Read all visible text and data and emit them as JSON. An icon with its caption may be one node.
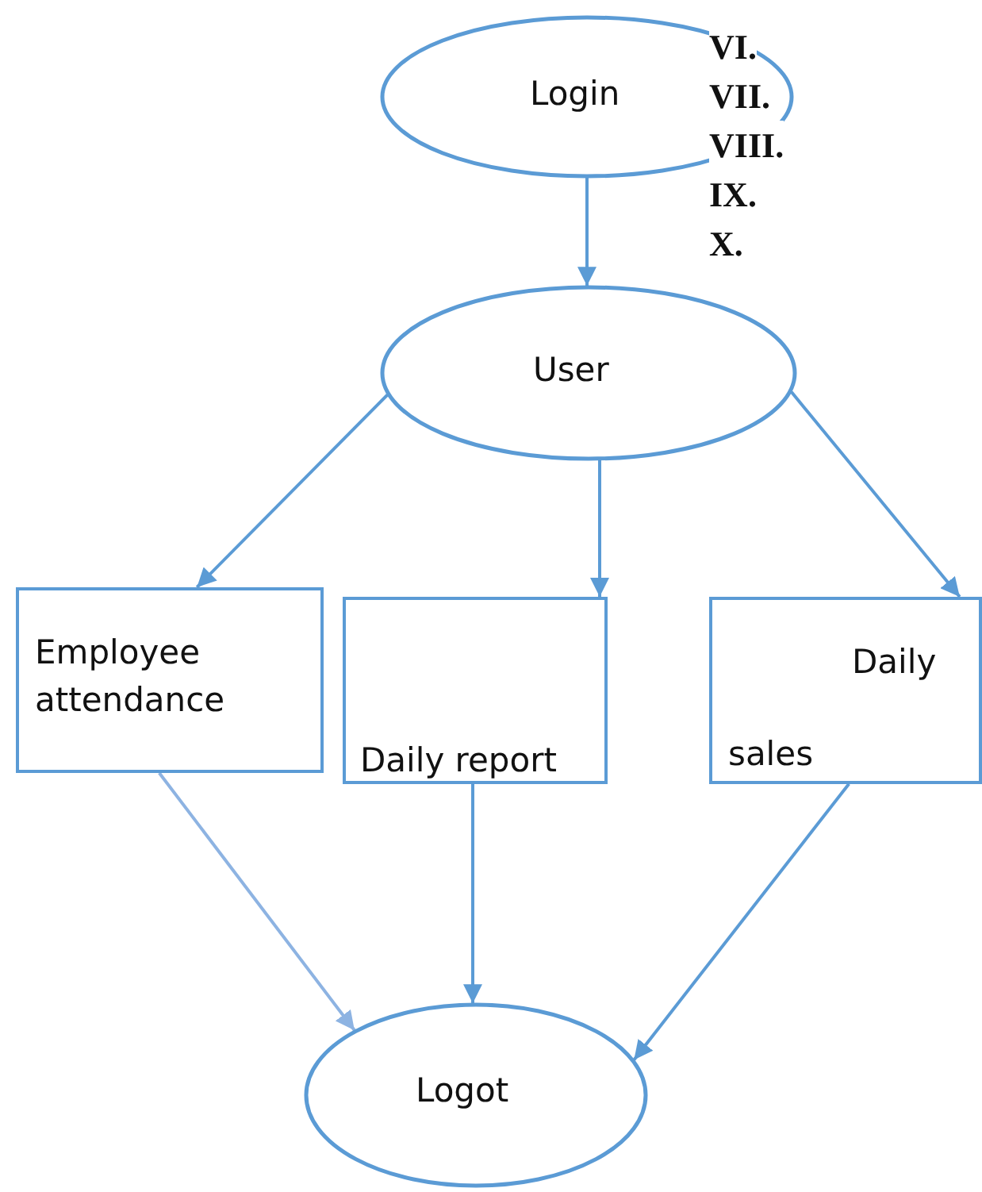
{
  "diagram": {
    "nodes": [
      {
        "text": [
          "Login"
        ]
      },
      {
        "text": [
          "User"
        ]
      },
      {
        "text": [
          "Employee attendance"
        ]
      },
      {
        "text": [
          "Daily report"
        ]
      },
      {
        "text": [
          "Daily",
          "sales"
        ]
      },
      {
        "text": [
          "Logot"
        ]
      }
    ],
    "edges": [
      {
        "from": 0,
        "to": 1,
        "arrow": "to"
      },
      {
        "from": 1,
        "to": 2,
        "arrow": "to"
      },
      {
        "from": 1,
        "to": 3,
        "arrow": "to"
      },
      {
        "from": 1,
        "to": 4,
        "arrow": "to"
      },
      {
        "from": 2,
        "to": 5,
        "arrow": "to",
        "color": "#8db3e2"
      },
      {
        "from": 3,
        "to": 5,
        "arrow": "to"
      },
      {
        "from": 4,
        "to": 5,
        "arrow": "to"
      }
    ],
    "labels": [
      "VI.",
      "VII.",
      "VIII.",
      "IX.",
      "X."
    ]
  }
}
